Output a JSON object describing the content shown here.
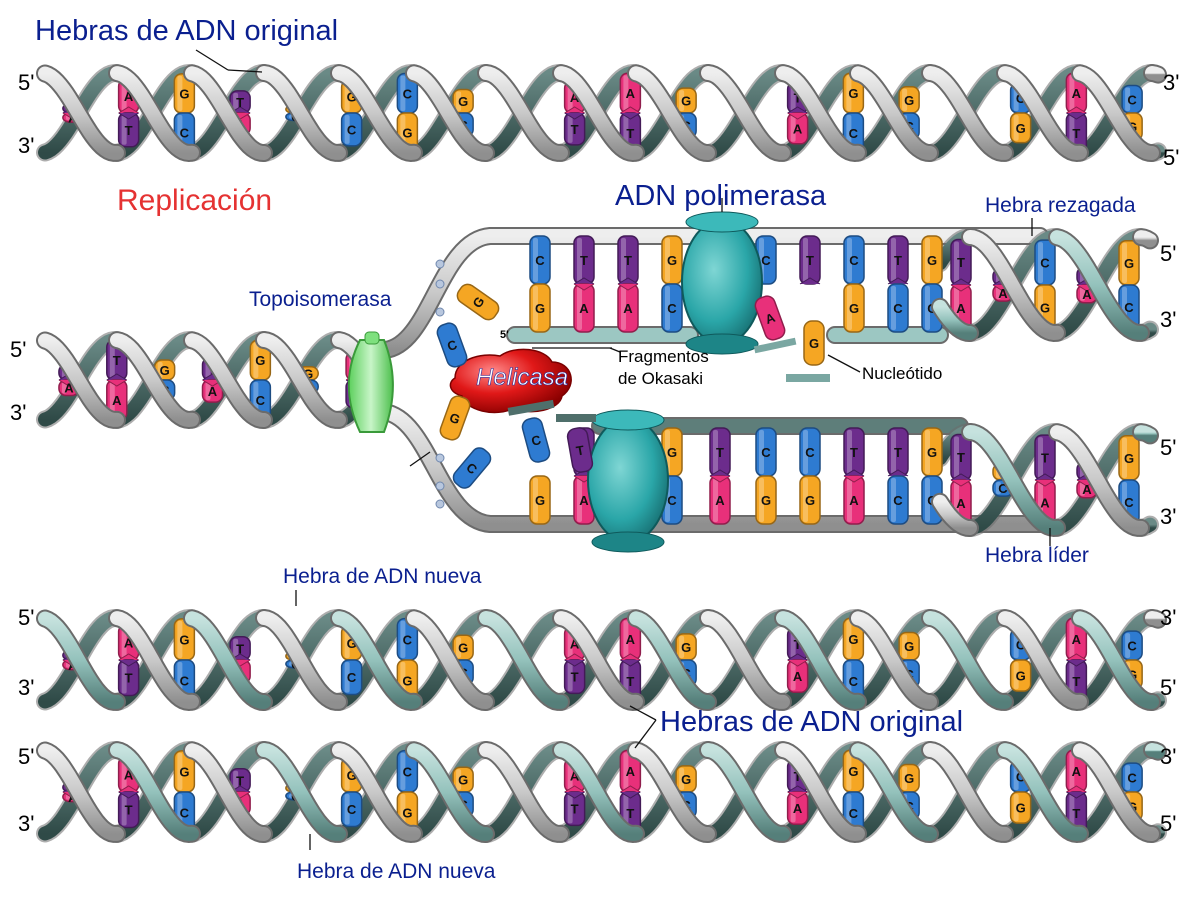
{
  "title_top": "Hebras de ADN original",
  "replication_label": "Replicación",
  "polymerase_label": "ADN polimerasa",
  "topoisomerase_label": "Topoisomerasa",
  "helicase_label": "Helicasa",
  "okazaki_label_1": "Fragmentos",
  "okazaki_label_2": "de Okasaki",
  "nucleotide_label": "Nucleótido",
  "lagging_label": "Hebra rezagada",
  "leading_label": "Hebra líder",
  "new_strand_top_label": "Hebra de ADN nueva",
  "original_strands_label": "Hebras de ADN original",
  "new_strand_bottom_label": "Hebra de ADN nueva",
  "ends": {
    "top_left_5": "5'",
    "top_left_3": "3'",
    "top_right_3": "3'",
    "top_right_5": "5'",
    "mid_left_5": "5'",
    "mid_left_3": "3'",
    "fork_top_right_5": "5'",
    "fork_top_right_3": "3'",
    "fork_bot_right_5": "5'",
    "fork_bot_right_3": "3'",
    "b1_left_5": "5'",
    "b1_left_3": "3'",
    "b1_right_3": "3'",
    "b1_right_5": "5'",
    "b2_left_5": "5'",
    "b2_left_3": "3'",
    "b2_right_3": "3'",
    "b2_right_5": "5'",
    "okazaki_5": "5'"
  },
  "colors": {
    "A": "#e8307a",
    "T": "#6c2c8c",
    "G": "#f5a623",
    "C": "#2e7bd1",
    "original_strand": "#c8c8c8",
    "new_strand": "#9cc7c2",
    "polymerase": "#2aa6a8",
    "helicase": "#e01818",
    "topoisomerase": "#7ee07e",
    "label_blue": "#0a1f8f",
    "label_red": "#e53232"
  },
  "helix_top": {
    "top": [
      "T",
      "A",
      "G",
      "T",
      "G",
      "G",
      "C",
      "G",
      "G",
      "A",
      "A",
      "G",
      "G",
      "T",
      "G",
      "G",
      "A",
      "C",
      "A",
      "C"
    ],
    "bottom": [
      "A",
      "T",
      "C",
      "A",
      "C",
      "C",
      "G",
      "C",
      "C",
      "T",
      "T",
      "C",
      "C",
      "A",
      "C",
      "C",
      "T",
      "G",
      "T",
      "G"
    ]
  },
  "helix_mid": {
    "top": [
      "T",
      "T",
      "G",
      "T",
      "G",
      "G",
      "A"
    ],
    "bottom": [
      "A",
      "A",
      "C",
      "A",
      "C",
      "C",
      "T"
    ]
  },
  "fork_top": {
    "top": [
      "C",
      "T",
      "T",
      "G",
      "T",
      "C",
      "T",
      "C",
      "T",
      "G"
    ],
    "bottom": [
      "G",
      "A",
      "A",
      "C",
      "A",
      "",
      "",
      "G",
      "C",
      "C"
    ]
  },
  "fork_bottom": {
    "top": [
      "",
      "T",
      "G",
      "G",
      "T",
      "C",
      "C",
      "T",
      "T",
      "G"
    ],
    "bottom": [
      "G",
      "A",
      "C",
      "C",
      "A",
      "G",
      "G",
      "A",
      "C",
      "C"
    ]
  },
  "helix_b1": {
    "top": [
      "T",
      "A",
      "G",
      "T",
      "G",
      "G",
      "C",
      "G",
      "G",
      "A",
      "A",
      "G",
      "G",
      "T",
      "G",
      "G",
      "A",
      "C",
      "A",
      "C"
    ],
    "bottom": [
      "A",
      "T",
      "C",
      "A",
      "C",
      "C",
      "G",
      "C",
      "C",
      "T",
      "T",
      "C",
      "C",
      "A",
      "C",
      "C",
      "T",
      "G",
      "T",
      "G"
    ]
  },
  "helix_b2": {
    "top": [
      "T",
      "A",
      "G",
      "T",
      "G",
      "G",
      "C",
      "G",
      "G",
      "A",
      "A",
      "G",
      "G",
      "T",
      "G",
      "G",
      "A",
      "C",
      "A",
      "C"
    ],
    "bottom": [
      "A",
      "T",
      "C",
      "A",
      "C",
      "C",
      "G",
      "C",
      "C",
      "T",
      "T",
      "C",
      "C",
      "A",
      "C",
      "C",
      "T",
      "G",
      "T",
      "G"
    ]
  },
  "free_bases": [
    "G",
    "C",
    "G",
    "C",
    "C",
    "A",
    "G",
    "T"
  ]
}
